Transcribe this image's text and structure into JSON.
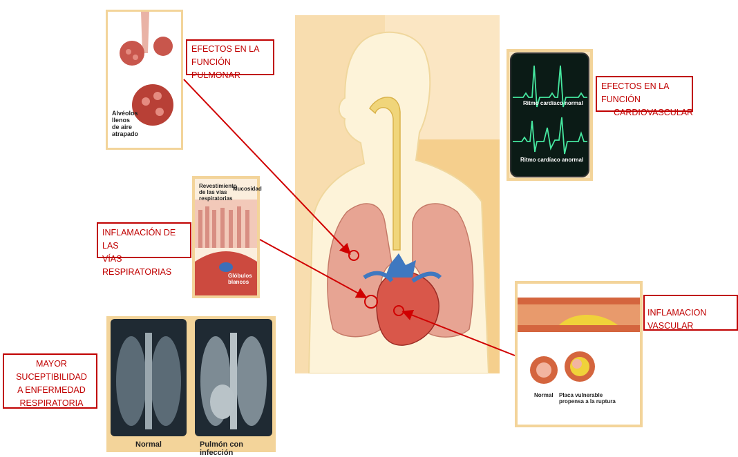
{
  "labels": {
    "pulmonar": [
      "EFECTOS EN LA",
      "FUNCIÓN PULMONAR"
    ],
    "cardio": [
      "EFECTOS EN LA FUNCIÓN",
      "CARDIOVASCULAR"
    ],
    "vias": [
      "INFLAMACIÓN DE LAS",
      "VÍAS RESPIRATORIAS"
    ],
    "vascular": "INFLAMACION VASCULAR",
    "susceptibilidad": [
      "MAYOR SUCEPTIBILIDAD",
      "A ENFERMEDAD",
      "RESPIRATORIA"
    ]
  },
  "alveolos": {
    "caption": [
      "Alvéolos",
      "llenos",
      "de aire",
      "atrapado"
    ]
  },
  "ecg": {
    "normal": "Ritmo cardíaco normal",
    "abnormal": "Ritmo cardíaco anormal"
  },
  "airway": {
    "lining": [
      "Revestimiento",
      "de las vías",
      "respiratorias"
    ],
    "mucus": "Mucosidad",
    "cells": [
      "Glóbulos",
      "blancos"
    ]
  },
  "xray": {
    "normal": "Normal",
    "infection": "Pulmón con infección"
  },
  "vessel": {
    "normal": "Normal",
    "plaque": [
      "Placa vulnerable",
      "propensa a la ruptura"
    ]
  },
  "colors": {
    "accent": "#c00000",
    "panel": "#f9e4bf",
    "lung": "#e7a493",
    "airway": "#f0d57a"
  }
}
